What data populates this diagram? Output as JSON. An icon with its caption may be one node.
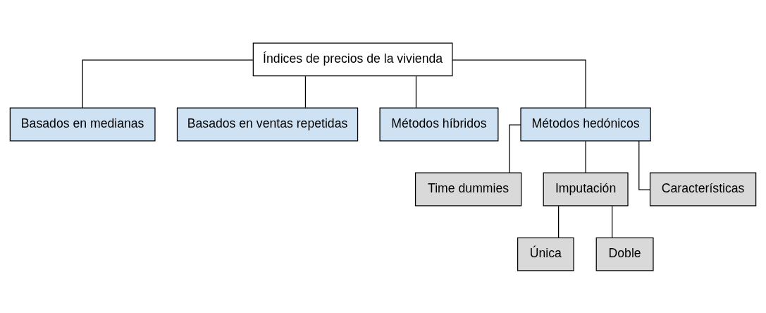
{
  "diagram": {
    "nodes": [
      {
        "text": [
          "Índices de precios de la vivienda"
        ]
      },
      {
        "text": [
          "Basados en medianas"
        ]
      },
      {
        "text": [
          "Basados en ventas repetidas"
        ]
      },
      {
        "text": [
          "Métodos híbridos"
        ]
      },
      {
        "text": [
          "Métodos hedónicos"
        ]
      },
      {
        "text": [
          "Time dummies"
        ]
      },
      {
        "text": [
          "Imputación"
        ]
      },
      {
        "text": [
          "Características"
        ]
      },
      {
        "text": [
          "Única"
        ]
      },
      {
        "text": [
          "Doble"
        ]
      }
    ],
    "edges": [
      {
        "from": 0,
        "to": 1,
        "arrow": "none"
      },
      {
        "from": 0,
        "to": 2,
        "arrow": "none"
      },
      {
        "from": 0,
        "to": 3,
        "arrow": "none"
      },
      {
        "from": 0,
        "to": 4,
        "arrow": "none"
      },
      {
        "from": 4,
        "to": 5,
        "arrow": "none"
      },
      {
        "from": 4,
        "to": 6,
        "arrow": "none"
      },
      {
        "from": 4,
        "to": 7,
        "arrow": "none"
      },
      {
        "from": 6,
        "to": 8,
        "arrow": "none"
      },
      {
        "from": 6,
        "to": 9,
        "arrow": "none"
      }
    ]
  }
}
